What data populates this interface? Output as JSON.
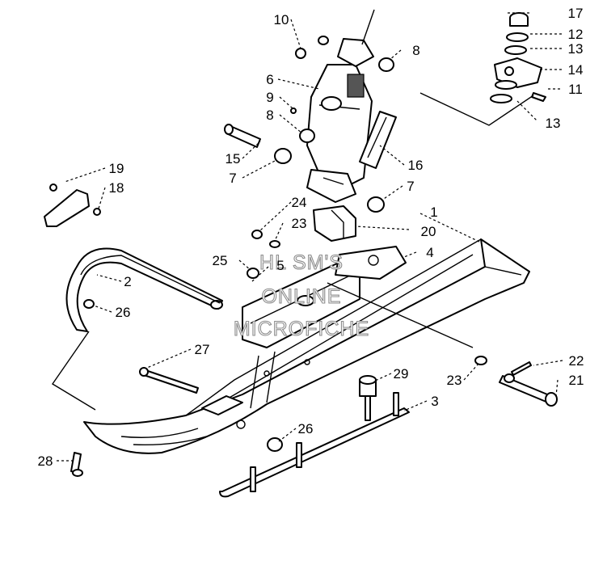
{
  "diagram": {
    "callouts": [
      "1",
      "2",
      "3",
      "4",
      "5",
      "6",
      "7",
      "7",
      "8",
      "8",
      "9",
      "10",
      "11",
      "12",
      "13",
      "13",
      "14",
      "15",
      "16",
      "17",
      "18",
      "19",
      "20",
      "21",
      "22",
      "23",
      "23",
      "24",
      "25",
      "26",
      "26",
      "27",
      "28",
      "29"
    ],
    "watermark": {
      "line1": "HL SM'S",
      "line2": "ONLINE",
      "line3": "MICROFICHE"
    }
  }
}
